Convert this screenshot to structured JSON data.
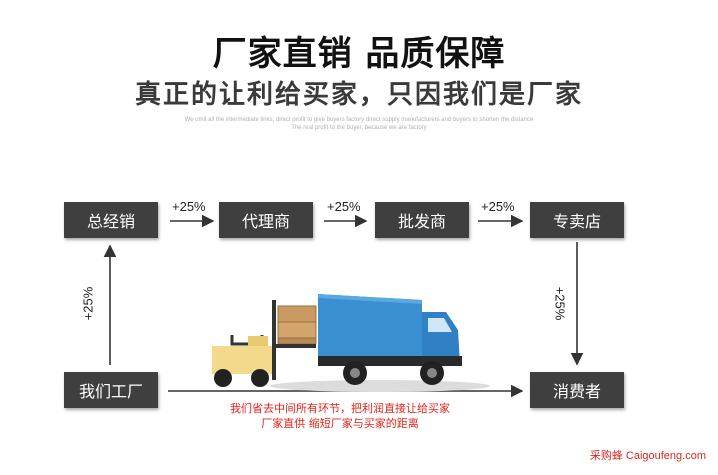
{
  "header": {
    "title": "厂家直销  品质保障",
    "subtitle": "真正的让利给买家，只因我们是厂家",
    "fine_print_line1": "We omit all the intermediate links, direct profit to give buyers factory direct supply manufacturers and buyers to shorten the distance",
    "fine_print_line2": "The real profit to the buyer, because we are factory"
  },
  "flow": {
    "boxes": {
      "general_distributor": "总经销",
      "agent": "代理商",
      "wholesaler": "批发商",
      "store": "专卖店",
      "factory": "我们工厂",
      "consumer": "消费者"
    },
    "markups": {
      "m1": "+25%",
      "m2": "+25%",
      "m3": "+25%",
      "m4": "+25%",
      "m5": "+25%"
    },
    "note_line1": "我们省去中间所有环节，把利润直接让给买家",
    "note_line2": "厂家直供 缩短厂家与买家的距离"
  },
  "watermark": "采购蜂 Caigoufeng.com",
  "colors": {
    "box_bg": "#3f3f3f",
    "accent_red": "#e8221a",
    "truck_blue": "#3a8fd0",
    "forklift_yellow": "#f2d98c"
  }
}
